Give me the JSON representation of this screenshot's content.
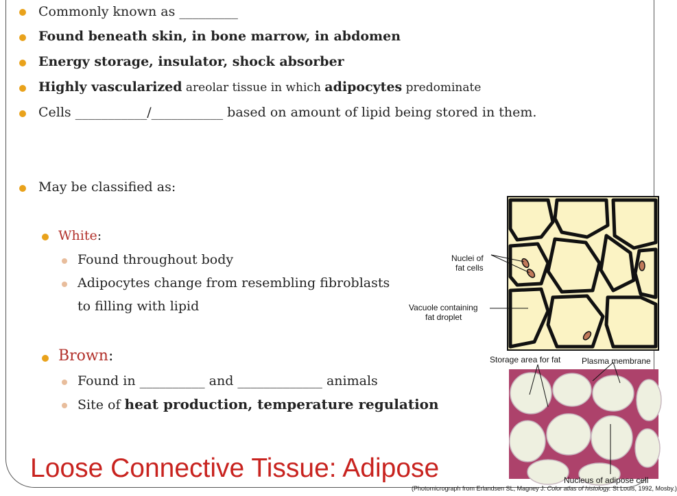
{
  "slide": {
    "title": "Loose Connective Tissue: Adipose",
    "bullets": {
      "b1": "Commonly known as _________",
      "b2": "Found beneath skin, in bone marrow, in abdomen",
      "b3": "Energy storage, insulator, shock absorber",
      "b4_bold1": "Highly vascularized",
      "b4_mid": " areolar tissue in which ",
      "b4_bold2": "adipocytes",
      "b4_end": " predominate",
      "b5": "Cells ___________/___________ based on amount of lipid being stored in them.",
      "b6": "May be classified as:",
      "white_head": "White",
      "white_colon": ":",
      "white_1": "Found throughout body",
      "white_2a": "Adipocytes change from resembling fibroblasts",
      "white_2b": "to filling with lipid",
      "brown_head": "Brown",
      "brown_colon": ":",
      "brown_1": "Found in __________ and _____________ animals",
      "brown_2a": "Site of ",
      "brown_2b": "heat production, temperature regulation"
    }
  },
  "figure": {
    "labels": {
      "nuclei": [
        "Nuclei of",
        "fat cells"
      ],
      "vacuole": [
        "Vacuole containing",
        "fat droplet"
      ],
      "storage": "Storage area for fat",
      "plasma": "Plasma membrane",
      "nucleus": "Nucleus of adipose cell"
    },
    "caption": {
      "pre": "(Photomicrograph from Erlandsen SL, Magney J: ",
      "italic": "Color atlas of histology.",
      "post": " St Louis, 1992, Mosby.)"
    }
  },
  "colors": {
    "title": "#c8231f",
    "accent_red": "#b2302a",
    "bullet_primary": "#e9a21b",
    "bullet_secondary": "#e8bd9c",
    "cell_fill": "#fbf3c4",
    "stain_pink": "#c84a6e"
  }
}
